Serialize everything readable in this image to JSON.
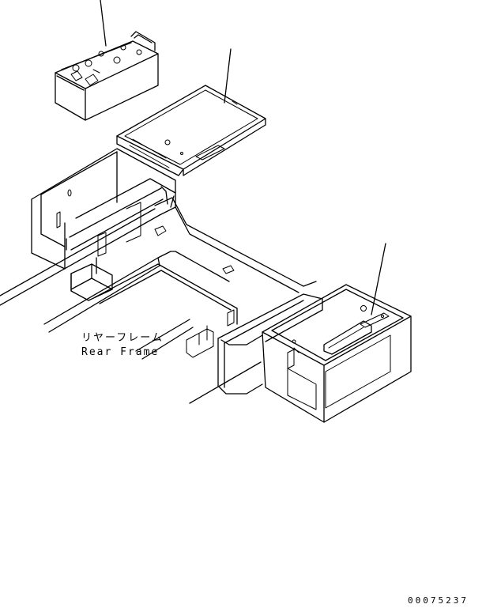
{
  "labels": {
    "rear_frame_jp": "リヤーフレーム",
    "rear_frame_en": "Rear Frame"
  },
  "drawing_number": "00075237",
  "colors": {
    "line": "#000000",
    "background": "#ffffff"
  }
}
